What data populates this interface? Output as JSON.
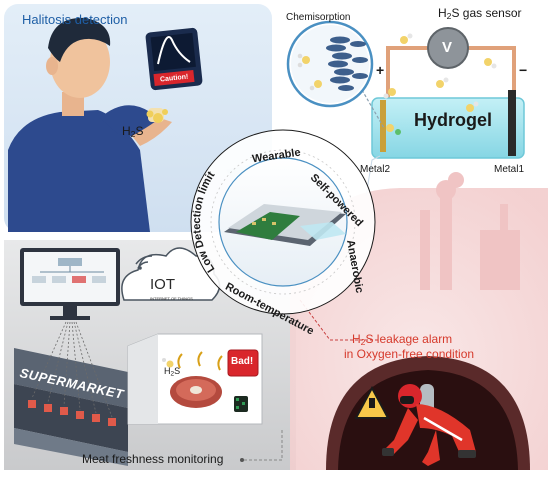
{
  "colors": {
    "panel_blue": "#d8e6f3",
    "panel_gray": "#d9dadc",
    "panel_pink": "#f6d9d9",
    "title_blue": "#1f5fa6",
    "alarm_red": "#d63a2c",
    "hydrogel": "#9fe3ee",
    "sensor_wire": "#e0a17a"
  },
  "halitosis": {
    "title": "Halitosis detection",
    "device_label": "Caution!",
    "gas_main": "H",
    "gas_sub": "2",
    "gas_end": "S"
  },
  "sensor": {
    "chemisorption": "Chemisorption",
    "title_main": "H",
    "title_sub": "2",
    "title_end": "S gas sensor",
    "voltmeter": "V",
    "plus": "+",
    "minus": "−",
    "hydrogel": "Hydrogel",
    "metal_left": "Metal2",
    "metal_right": "Metal1"
  },
  "features": {
    "wearable": "Wearable",
    "self_powered": "Self-powered",
    "anaerobic": "Anaerobic",
    "room_temperature": "Room-temperature",
    "low_detection": "Low Detection limit"
  },
  "iot": {
    "label": "IOT",
    "sublabel": "INTERNET OF THINGS"
  },
  "market": {
    "sign": "SUPERMARKET",
    "gas_main": "H",
    "gas_sub": "2",
    "gas_end": "S",
    "badge": "Bad!",
    "caption": "Meat freshness monitoring"
  },
  "alarm": {
    "line1_main": "H",
    "line1_sub": "2",
    "line1_end": "S leakage alarm",
    "line2": "in Oxygen-free condition"
  }
}
